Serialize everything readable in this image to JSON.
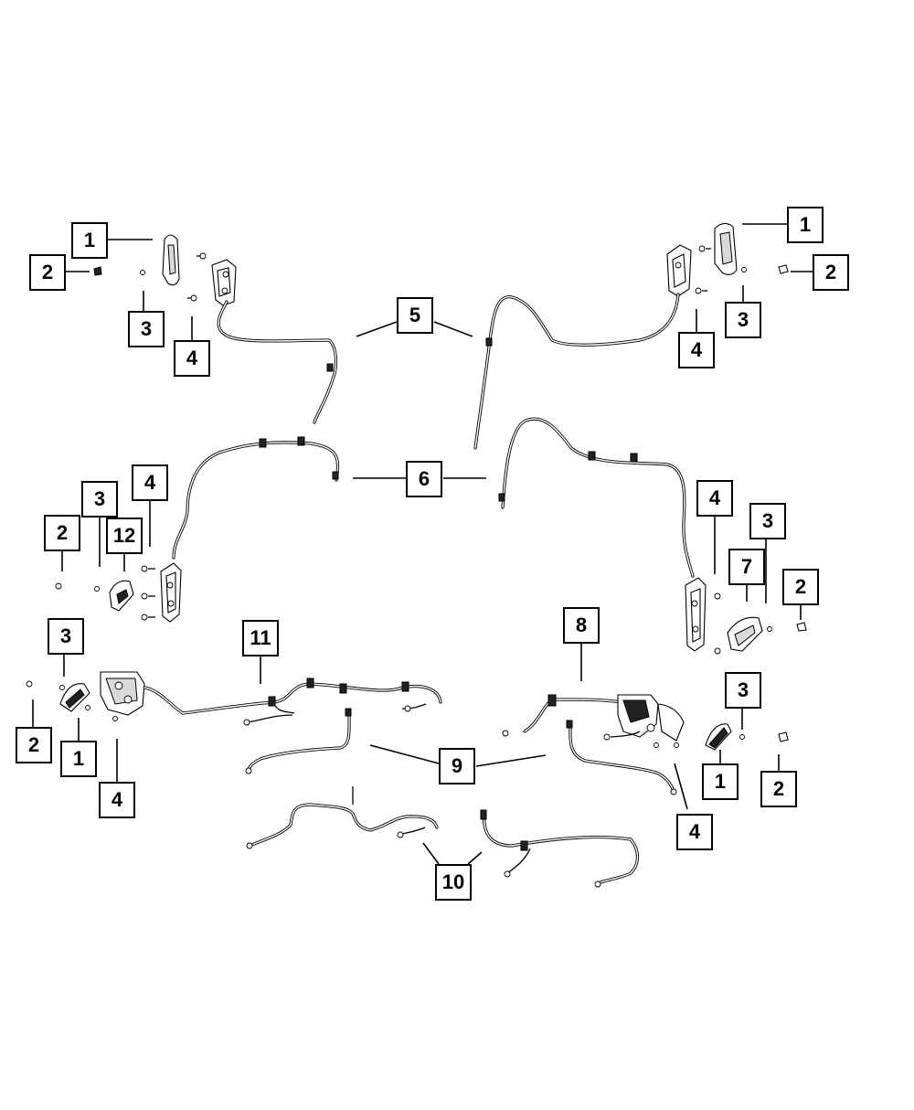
{
  "callouts": {
    "c1": "1",
    "c2": "2",
    "c3": "3",
    "c4": "4",
    "c5": "1",
    "c6": "2",
    "c7": "3",
    "c8": "4",
    "c9": "5",
    "c10": "6",
    "c11": "2",
    "c12": "3",
    "c13": "4",
    "c14": "12",
    "c15": "4",
    "c16": "3",
    "c17": "7",
    "c18": "2",
    "c19": "3",
    "c20": "2",
    "c21": "1",
    "c22": "4",
    "c23": "11",
    "c24": "8",
    "c25": "3",
    "c26": "1",
    "c27": "2",
    "c28": "4",
    "c29": "9",
    "c30": "10"
  }
}
